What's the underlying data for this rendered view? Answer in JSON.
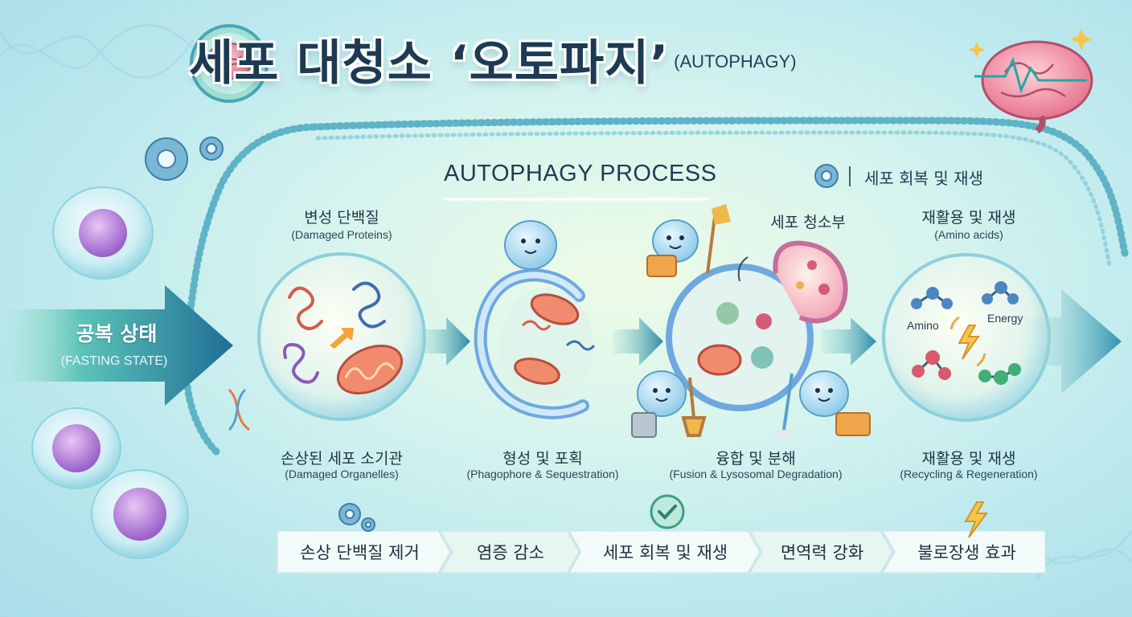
{
  "title": {
    "main": "세포 대청소 ‘오토파지’",
    "sub": "(AUTOPHAGY)"
  },
  "process_title": "AUTOPHAGY PROCESS",
  "recovery_title": "세포 회복 및 재생",
  "fasting": {
    "ko": "공복 상태",
    "en": "(FASTING STATE)"
  },
  "cleaner_label": "세포 청소부",
  "steps": [
    {
      "top_ko": "변성 단백질",
      "top_en": "(Damaged Proteins)",
      "bottom_ko": "손상된 세포 소기관",
      "bottom_en": "(Damaged Organelles)"
    },
    {
      "bottom_ko": "형성 및 포획",
      "bottom_en": "(Phagophore & Sequestration)"
    },
    {
      "bottom_ko": "융합 및 분해",
      "bottom_en": "(Fusion & Lysosomal Degradation)"
    },
    {
      "top_ko": "재활용 및 재생",
      "top_en": "(Amino acids)",
      "bottom_ko": "재활용 및 재생",
      "bottom_en": "(Recycling & Regeneration)",
      "label_amino": "Amino",
      "label_energy": "Energy"
    }
  ],
  "benefits": [
    "손상 단백질 제거",
    "염증 감소",
    "세포 회복 및 재생",
    "면역력 강화",
    "불로장생 효과"
  ],
  "colors": {
    "title": "#1d3a52",
    "arrow": "#2a7fa0",
    "membrane": "#5fb3c7",
    "benefit_bg": "#f3fbfa"
  }
}
